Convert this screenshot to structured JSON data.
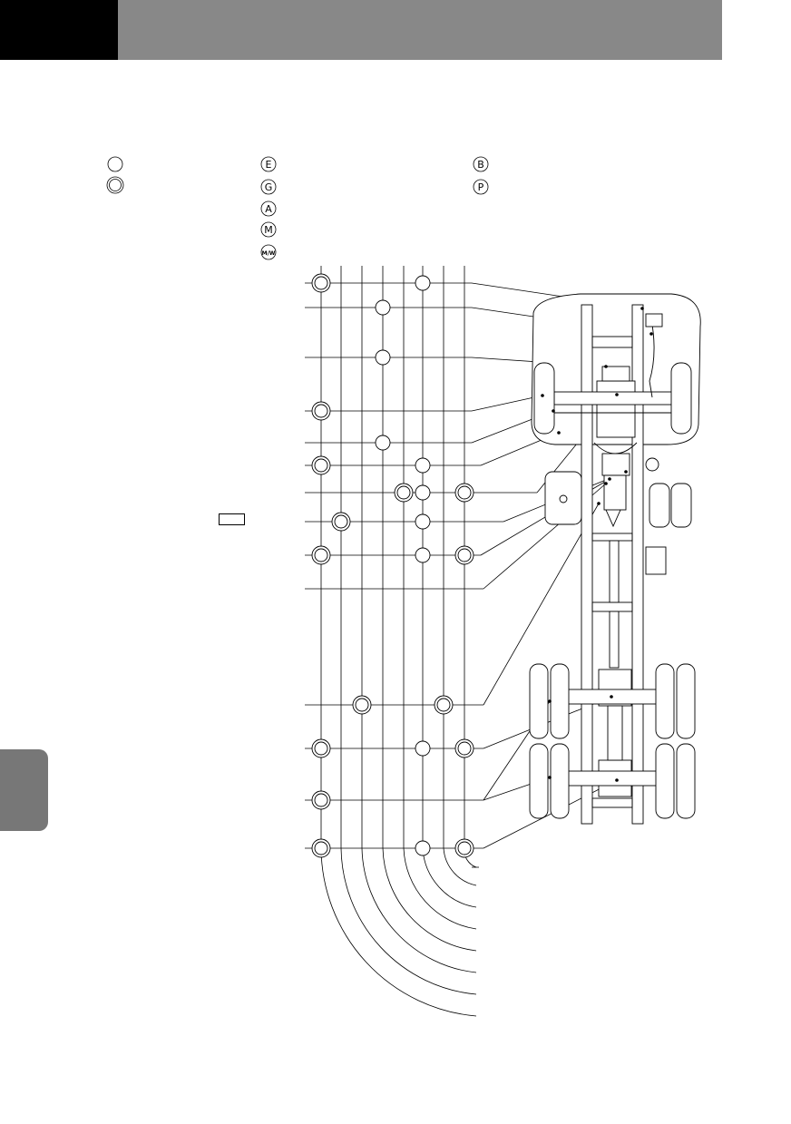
{
  "legend": {
    "symbol_letters": [
      "E",
      "G",
      "A",
      "M",
      "M/W",
      "B",
      "P"
    ],
    "plain_circle_icon": "circle-outline-icon",
    "double_circle_icon": "double-circle-icon"
  },
  "colors": {
    "header_black": "#000000",
    "header_gray": "#888888",
    "side_tab": "#777777",
    "line": "#000000"
  }
}
